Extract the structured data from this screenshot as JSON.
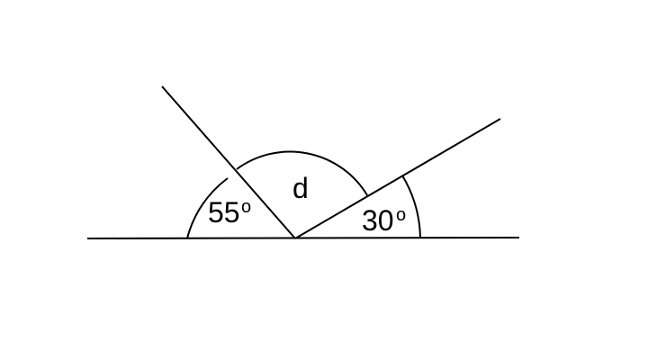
{
  "angles": {
    "left": {
      "value": "55",
      "degree_mark": "o"
    },
    "middle": {
      "value": "d"
    },
    "right": {
      "value": "30",
      "degree_mark": "o"
    }
  },
  "colors": {
    "line": "#000000",
    "background": "#ffffff"
  }
}
